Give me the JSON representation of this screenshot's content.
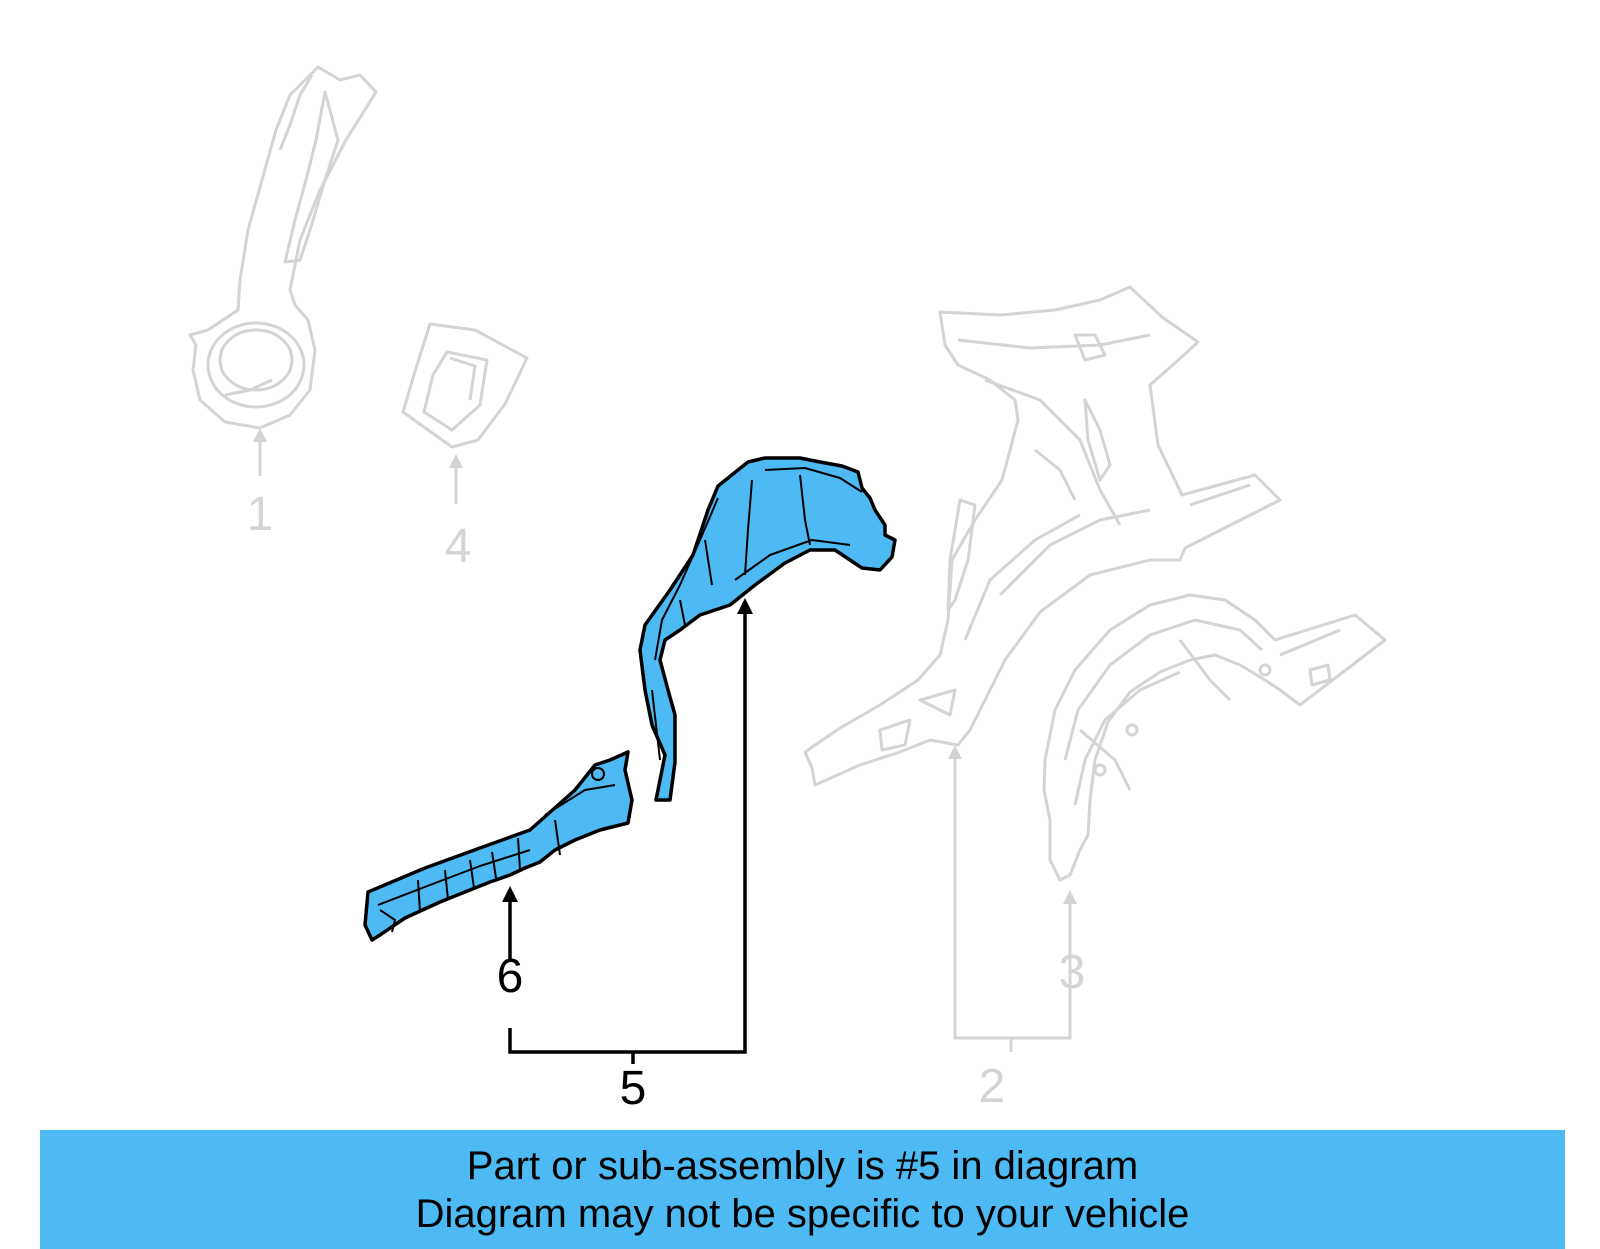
{
  "colors": {
    "highlight_part": "#4dbaf4",
    "banner_background": "#4dbaf4",
    "dimmed_part": "#d4d4d4",
    "active_line": "#000000"
  },
  "callouts": {
    "c1": "1",
    "c2": "2",
    "c3": "3",
    "c4": "4",
    "c5": "5",
    "c6": "6"
  },
  "banner": {
    "line1": "Part or sub-assembly is #5 in diagram",
    "line2": "Diagram may not be specific to your vehicle"
  }
}
